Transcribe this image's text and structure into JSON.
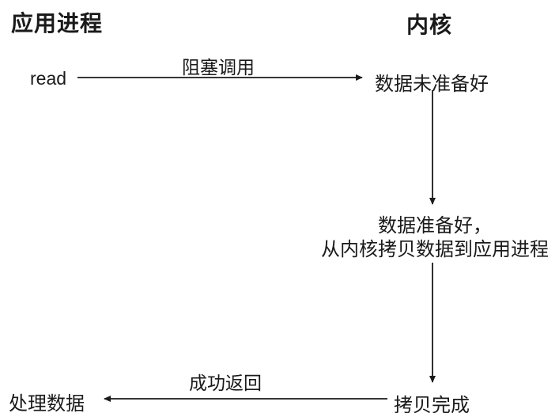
{
  "diagram": {
    "title": "blocking-io-flow",
    "columns": {
      "left_header": "应用进程",
      "right_header": "内核"
    },
    "nodes": {
      "read_call": "read",
      "data_not_ready": "数据未准备好",
      "data_ready_line1": "数据准备好，",
      "data_ready_line2": "从内核拷贝数据到应用进程",
      "copy_complete": "拷贝完成",
      "process_data": "处理数据"
    },
    "edge_labels": {
      "blocking_call": "阻塞调用",
      "success_return": "成功返回"
    },
    "colors": {
      "ink": "#1a1a1a",
      "background": "#ffffff"
    }
  }
}
